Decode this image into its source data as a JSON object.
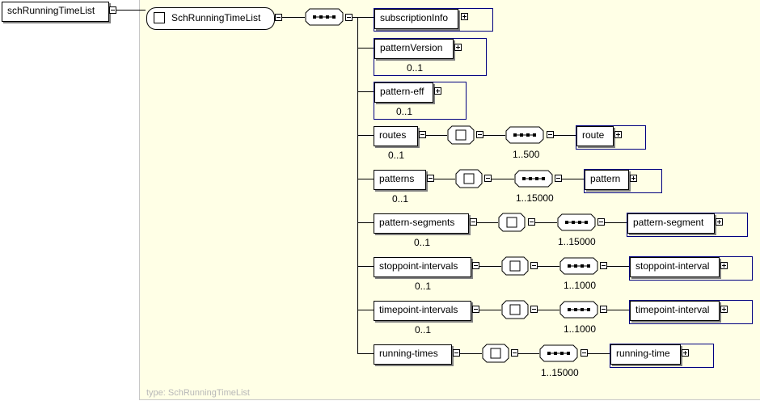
{
  "root": {
    "label": "schRunningTimeList"
  },
  "complex_type": {
    "label": "SchRunningTimeList"
  },
  "type_label": "type: SchRunningTimeList",
  "children": [
    {
      "label": "subscriptionInfo"
    },
    {
      "label": "patternVersion",
      "card": "0..1"
    },
    {
      "label": "pattern-eff",
      "card": "0..1"
    },
    {
      "label": "routes",
      "card": "0..1",
      "seq_card": "1..500",
      "child": "route"
    },
    {
      "label": "patterns",
      "card": "0..1",
      "seq_card": "1..15000",
      "child": "pattern"
    },
    {
      "label": "pattern-segments",
      "card": "0..1",
      "seq_card": "1..15000",
      "child": "pattern-segment"
    },
    {
      "label": "stoppoint-intervals",
      "card": "0..1",
      "seq_card": "1..1000",
      "child": "stoppoint-interval"
    },
    {
      "label": "timepoint-intervals",
      "card": "0..1",
      "seq_card": "1..1000",
      "child": "timepoint-interval"
    },
    {
      "label": "running-times",
      "seq_card": "1..15000",
      "child": "running-time"
    }
  ]
}
